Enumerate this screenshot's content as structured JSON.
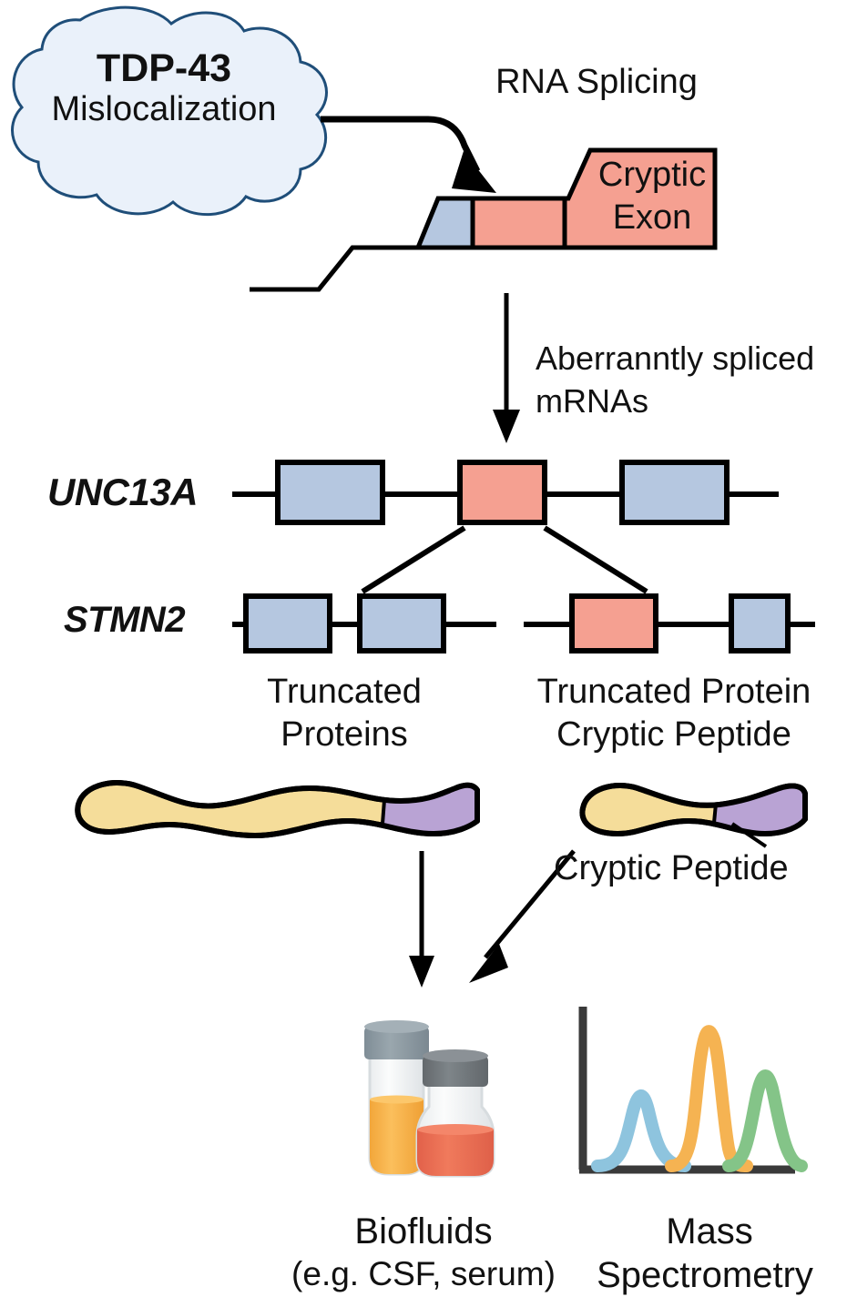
{
  "figure": {
    "title": "TDP-43 mislocalization cryptic splicing biomarker pathway",
    "domain": "biology-pathway-diagram"
  },
  "cloud": {
    "line1": "TDP-43",
    "line2": "Mislocalization",
    "fill": "#eaf1fa",
    "stroke": "#1f4e79"
  },
  "splicing": {
    "heading": "RNA Splicing",
    "cryptic_exon_label_line1": "Cryptic",
    "cryptic_exon_label_line2": "Exon",
    "exon_blue": "#b5c7e0",
    "exon_salmon": "#f5a091",
    "stroke": "#000000"
  },
  "transcription": {
    "arrow_label_line1": "Aberranntly spliced",
    "arrow_label_line2": "mRNAs"
  },
  "genes": {
    "unc13a": {
      "name": "UNC13A",
      "exons": [
        {
          "color": "#b5c7e0",
          "type": "canonical"
        },
        {
          "color": "#f5a091",
          "type": "cryptic"
        },
        {
          "color": "#b5c7e0",
          "type": "canonical"
        }
      ]
    },
    "stmn2_left": {
      "name": "STMN2",
      "exons": [
        {
          "color": "#b5c7e0",
          "type": "canonical"
        },
        {
          "color": "#b5c7e0",
          "type": "canonical"
        }
      ]
    },
    "stmn2_right": {
      "exons": [
        {
          "color": "#f5a091",
          "type": "cryptic"
        },
        {
          "color": "#b5c7e0",
          "type": "canonical"
        }
      ]
    }
  },
  "products": {
    "left_label_line1": "Truncated",
    "left_label_line2": "Proteins",
    "right_label_line1": "Truncated Protein",
    "right_label_line2": "Cryptic Peptide",
    "protein_body_color": "#f5dd9a",
    "cryptic_peptide_color": "#b9a3d4",
    "callout_label": "Cryptic Peptide"
  },
  "detection": {
    "biofluids_line1": "Biofluids",
    "biofluids_line2": "(e.g. CSF, serum)",
    "massspec_line1": "Mass",
    "massspec_line2": "Spectrometry",
    "vial_tube_liquid": "#f4a93c",
    "vial_bottle_liquid": "#e8694a",
    "vial_cap_tube": "#8d9aa3",
    "vial_cap_bottle": "#6f7478"
  },
  "chart_data": {
    "type": "line",
    "title": "Mass Spectrometry",
    "xlabel": "",
    "ylabel": "",
    "grid": false,
    "legend": "none",
    "axis_color": "#3a3a3a",
    "series": [
      {
        "name": "peak-1",
        "color": "#8ec4de",
        "center": 0.2,
        "height": 0.45,
        "width": 0.095
      },
      {
        "name": "peak-2",
        "color": "#f5b352",
        "center": 0.47,
        "height": 1.0,
        "width": 0.085
      },
      {
        "name": "peak-3",
        "color": "#84c488",
        "center": 0.74,
        "height": 0.72,
        "width": 0.095
      }
    ],
    "xlim": [
      0,
      1
    ],
    "ylim": [
      0,
      1
    ]
  }
}
